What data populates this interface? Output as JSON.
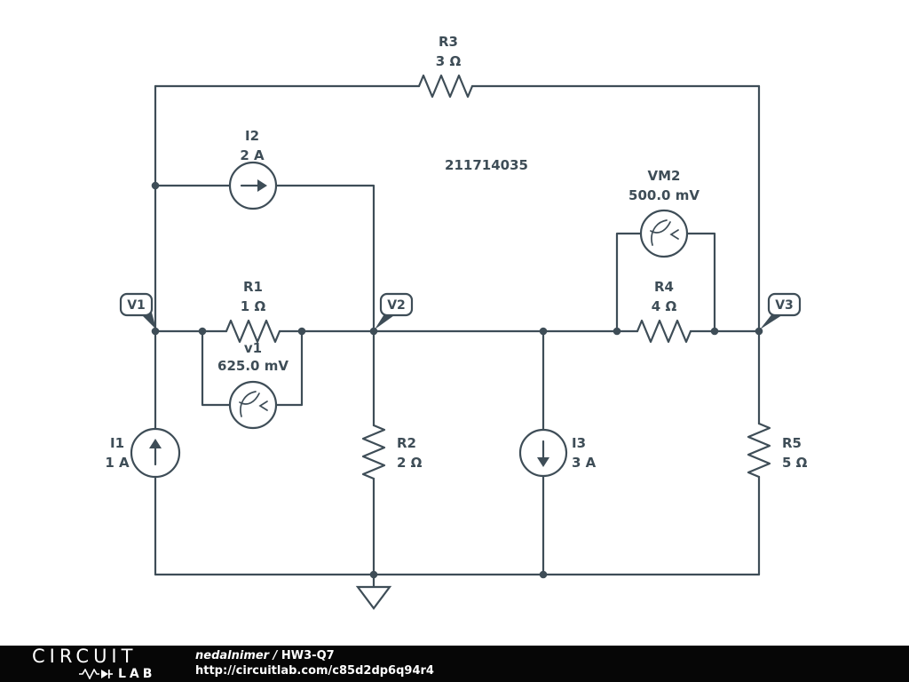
{
  "colors": {
    "schematic_stroke": "#3e4d57",
    "footer_background": "#000000",
    "footer_text": "#ffffff"
  },
  "circuit": {
    "annotation": "211714035",
    "nodes": {
      "v1": "V1",
      "v2": "V2",
      "v3": "V3"
    },
    "components": {
      "r1": {
        "label": "R1",
        "value": "1 Ω"
      },
      "r2": {
        "label": "R2",
        "value": "2 Ω"
      },
      "r3": {
        "label": "R3",
        "value": "3 Ω"
      },
      "r4": {
        "label": "R4",
        "value": "4 Ω"
      },
      "r5": {
        "label": "R5",
        "value": "5 Ω"
      },
      "i1": {
        "label": "I1",
        "value": "1 A"
      },
      "i2": {
        "label": "I2",
        "value": "2 A"
      },
      "i3": {
        "label": "I3",
        "value": "3 A"
      },
      "vm1": {
        "label": "v1",
        "value": "625.0 mV"
      },
      "vm2": {
        "label": "VM2",
        "value": "500.0 mV"
      }
    }
  },
  "footer": {
    "logo_circuit": "CIRCUIT",
    "logo_lab": "LAB",
    "author": "nedalnimer",
    "separator": " / ",
    "title": "HW3-Q7",
    "url": "http://circuitlab.com/c85d2dp6q94r4"
  }
}
